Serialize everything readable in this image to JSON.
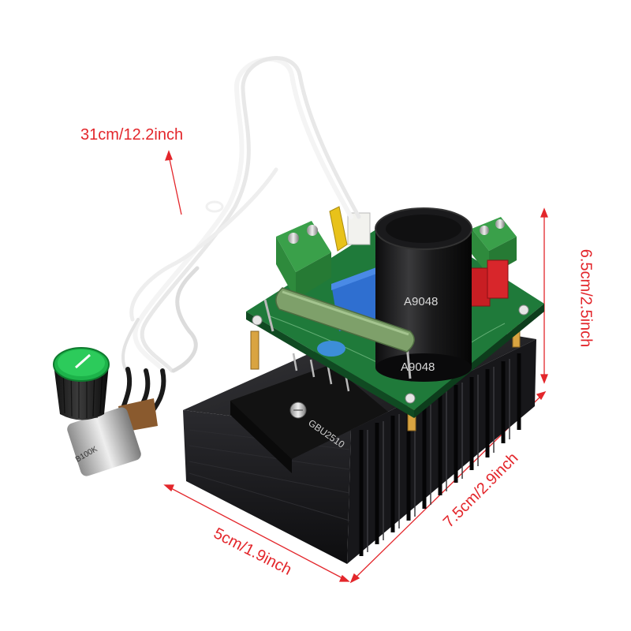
{
  "labels": {
    "cable_length": "31cm/12.2inch",
    "height": "6.5cm/2.5inch",
    "length": "7.5cm/2.9inch",
    "width": "5cm/1.9inch"
  },
  "component_markings": {
    "capacitor_top": "A9048",
    "capacitor_bottom": "A9048",
    "bridge_rectifier": "GBU2510",
    "potentiometer": "B100K"
  },
  "colors": {
    "dimension_red": "#e3262b",
    "heatsink": "#1c1c1e",
    "pcb_green": "#1f7a3a",
    "terminal_green": "#3aa04a",
    "knob_green": "#1db34a"
  }
}
